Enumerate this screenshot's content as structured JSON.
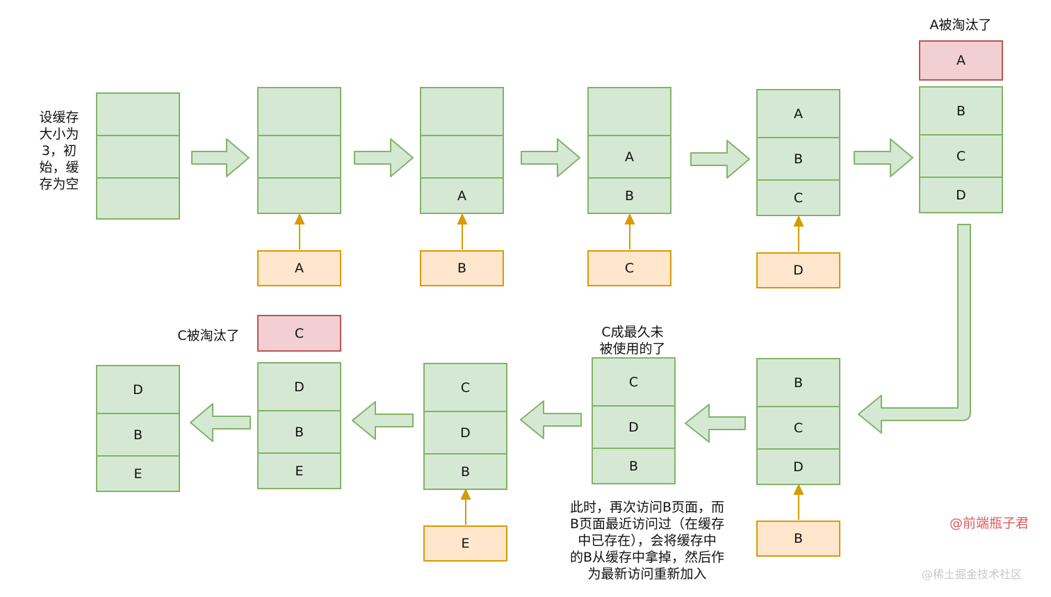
{
  "initial_note": [
    "设缓存",
    "大小为",
    "3，初",
    "始，缓",
    "存为空"
  ],
  "stacks": [
    {
      "slots": [
        "",
        "",
        ""
      ]
    },
    {
      "slots": [
        "",
        "",
        ""
      ]
    },
    {
      "slots": [
        "",
        "",
        "A"
      ]
    },
    {
      "slots": [
        "",
        "A",
        "B"
      ]
    },
    {
      "slots": [
        "A",
        "B",
        "C"
      ]
    },
    {
      "slots": [
        "B",
        "C",
        "D"
      ]
    },
    {
      "slots": [
        "B",
        "C",
        "D"
      ]
    },
    {
      "slots": [
        "C",
        "D",
        "B"
      ]
    },
    {
      "slots": [
        "C",
        "D",
        "B"
      ]
    },
    {
      "slots": [
        "D",
        "B",
        "E"
      ]
    },
    {
      "slots": [
        "D",
        "B",
        "E"
      ]
    }
  ],
  "inputs": [
    "A",
    "B",
    "C",
    "D",
    "B",
    "E"
  ],
  "evicted": [
    {
      "label": "A被淘汰了",
      "value": "A"
    },
    {
      "label": "C被淘汰了",
      "value": "C"
    }
  ],
  "least_used_note": [
    "C成最久未",
    "被使用的了"
  ],
  "access_note": [
    "此时，再次访问B页面，而",
    "B页面最近访问过（在缓存",
    "中已存在），会将缓存中",
    "的B从缓存中拿掉，然后作",
    "为最新访问重新加入"
  ],
  "watermark": "@前端瓶子君",
  "watermark2": "@稀土掘金技术社区",
  "colors": {
    "green_fill": "#d5e8d4",
    "green_stroke": "#82b366",
    "orange_fill": "#ffe6cc",
    "orange_stroke": "#d79b00",
    "red_fill": "#f2cfd2",
    "red_stroke": "#b85450",
    "watermark": "#e05a5a"
  }
}
